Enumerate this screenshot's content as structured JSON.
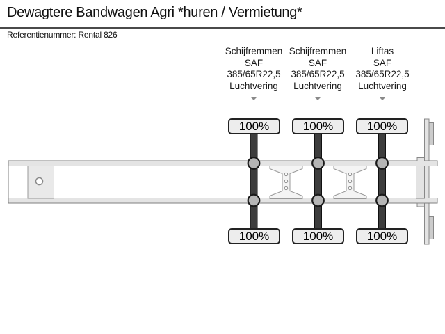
{
  "header": {
    "title": "Dewagtere Bandwagen Agri *huren / Vermietung*",
    "reference": "Referentienummer: Rental 826"
  },
  "diagram": {
    "axles": [
      {
        "brake_type": "Schijfremmen",
        "brand": "SAF",
        "tire_size": "385/65R22,5",
        "suspension": "Luchtvering",
        "top_tread": "100%",
        "bottom_tread": "100%"
      },
      {
        "brake_type": "Schijfremmen",
        "brand": "SAF",
        "tire_size": "385/65R22,5",
        "suspension": "Luchtvering",
        "top_tread": "100%",
        "bottom_tread": "100%"
      },
      {
        "brake_type": "Liftas",
        "brand": "SAF",
        "tire_size": "385/65R22,5",
        "suspension": "Luchtvering",
        "top_tread": "100%",
        "bottom_tread": "100%"
      }
    ],
    "colors": {
      "axle_bar": "#3d3d3d",
      "wheel_fill": "#b5b5b5",
      "badge_fill": "#ededed",
      "badge_border": "#222222",
      "frame_fill": "#e4e4e4",
      "frame_stroke": "#7f7f7f"
    }
  }
}
